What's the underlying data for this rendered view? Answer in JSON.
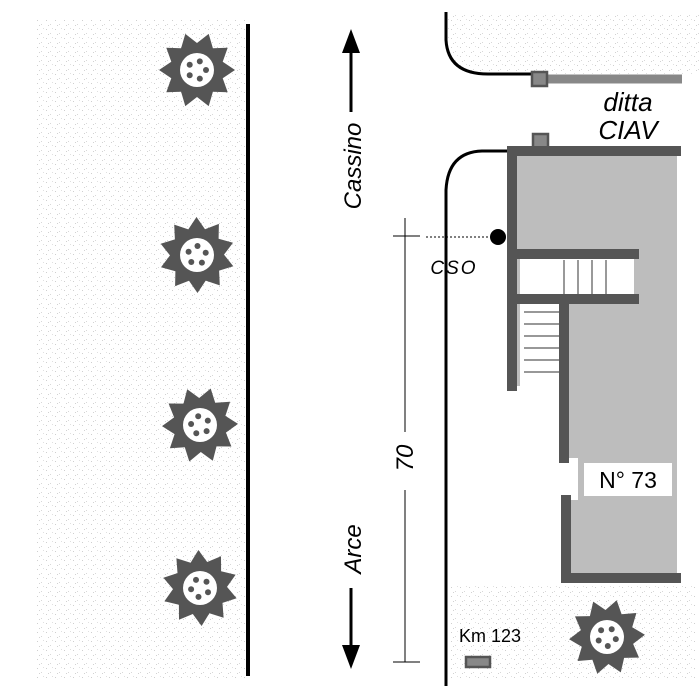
{
  "directions": {
    "north": "Cassino",
    "south": "Arce"
  },
  "labels": {
    "company_line1": "ditta",
    "company_line2": "CIAV",
    "station_code": "CSO",
    "distance": "70",
    "house_number": "N° 73",
    "kilometer_marker": "Km 123"
  },
  "icons": {
    "tree": "tree-icon",
    "arrow_up": "arrow-up-icon",
    "arrow_down": "arrow-down-icon",
    "point": "point-marker-icon",
    "post": "post-marker-icon"
  },
  "colors": {
    "stipple": "#d4d4d4",
    "building_fill": "#bdbdbd",
    "wall": "#555555",
    "post": "#888888",
    "tree": "#555555",
    "line": "#000000"
  }
}
